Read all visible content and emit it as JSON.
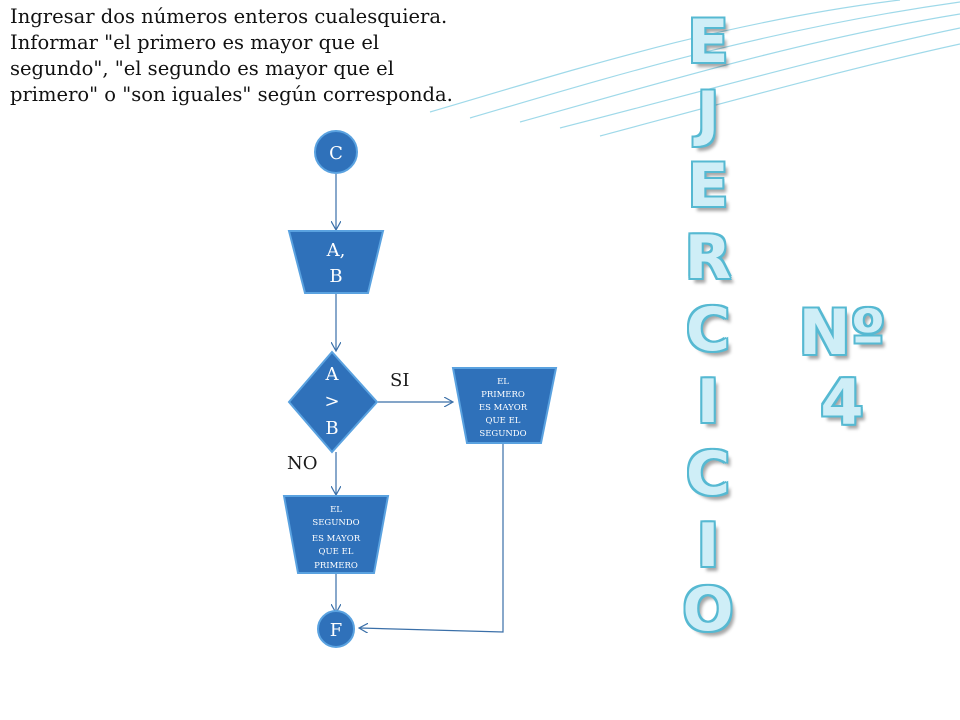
{
  "statement": {
    "lines": [
      "Ingresar dos números enteros cualesquiera.",
      "Informar \"el primero es mayor que el",
      "segundo\",  \"el segundo es mayor que el",
      "primero\" o \"son iguales\" según corresponda."
    ]
  },
  "title": {
    "letters": [
      "E",
      "J",
      "E",
      "R",
      "C",
      "I",
      "C",
      "I",
      "O"
    ],
    "number": "Nº 4"
  },
  "flowchart": {
    "colors": {
      "fill": "#2f71ba",
      "stroke": "#5aa2e0",
      "arrow": "#3a6fa8"
    },
    "start": "C",
    "input_lines": [
      "A,",
      "B"
    ],
    "decision_lines": [
      "A",
      ">",
      "B"
    ],
    "yes_label": "SI",
    "no_label": "NO",
    "yes_output_lines": [
      "EL",
      "PRIMERO",
      "ES MAYOR",
      "QUE EL",
      "SEGUNDO"
    ],
    "no_output_lines": [
      "EL",
      "SEGUNDO",
      "ES MAYOR",
      "QUE EL",
      "PRIMERO"
    ],
    "end": "F"
  }
}
